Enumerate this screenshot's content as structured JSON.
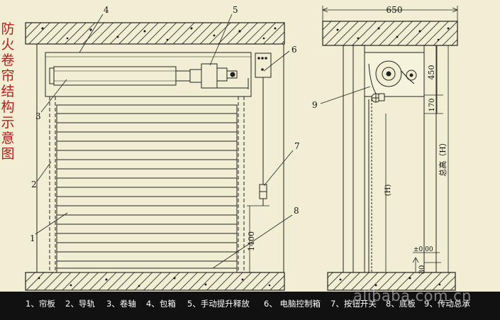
{
  "title": "防火卷帘结构示意图",
  "callouts": [
    "4",
    "5",
    "6",
    "3",
    "2",
    "1",
    "7",
    "8",
    "9"
  ],
  "dimensions": {
    "width_650": "650",
    "d450": "450",
    "d170": "170",
    "d1400": "1400",
    "total_height": "总高（H）",
    "h": "(H)",
    "zero": "±0.00",
    "d30": "30"
  },
  "legend": [
    "1、帘板",
    "2、导轨",
    "3、卷轴",
    "4、包箱",
    "5、手动提升释放",
    "6、 电脑控制箱",
    "7、按钮开关",
    "8、底板",
    "9、传动总承"
  ],
  "watermark": "alibaba.com.cn",
  "colors": {
    "background": "#f1eed3",
    "title": "#b51b1b",
    "legend_bg": "#111111",
    "line": "#222222"
  }
}
